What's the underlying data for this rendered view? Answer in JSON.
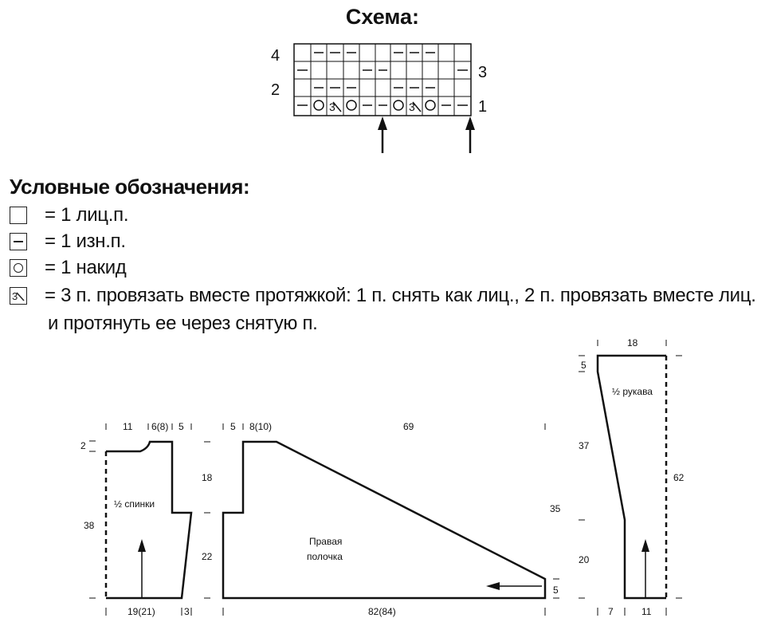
{
  "scheme": {
    "title": "Схема:",
    "row_numbers_left": [
      "4",
      "2"
    ],
    "row_numbers_right": [
      "3",
      "1"
    ]
  },
  "legend": {
    "title": "Условные обозначения:",
    "items": [
      {
        "symbol": "empty-square-icon",
        "text": "= 1 лиц.п."
      },
      {
        "symbol": "dash-square-icon",
        "text": "= 1 изн.п."
      },
      {
        "symbol": "circle-square-icon",
        "text": "= 1 накид"
      },
      {
        "symbol": "decrease-3-square-icon",
        "text": "= 3 п. провязать вместе протяжкой: 1 п. снять как лиц., 2 п. провязать вместе лиц."
      }
    ],
    "continuation": "и протянуть ее через снятую п."
  },
  "back": {
    "label": "½ спинки",
    "top": [
      "11",
      "6(8)",
      "5"
    ],
    "left": [
      "2",
      "38"
    ],
    "right": [
      "18",
      "22"
    ],
    "bottom": [
      "19(21)",
      "3"
    ]
  },
  "front": {
    "label_line1": "Правая",
    "label_line2": "полочка",
    "top": [
      "5",
      "8(10)",
      "69"
    ],
    "right": [
      "35",
      "5"
    ],
    "bottom": [
      "82(84)"
    ]
  },
  "sleeve": {
    "label": "½ рукава",
    "top": [
      "18"
    ],
    "left": [
      "5",
      "37",
      "20"
    ],
    "right": [
      "62"
    ],
    "bottom": [
      "7",
      "11"
    ]
  }
}
